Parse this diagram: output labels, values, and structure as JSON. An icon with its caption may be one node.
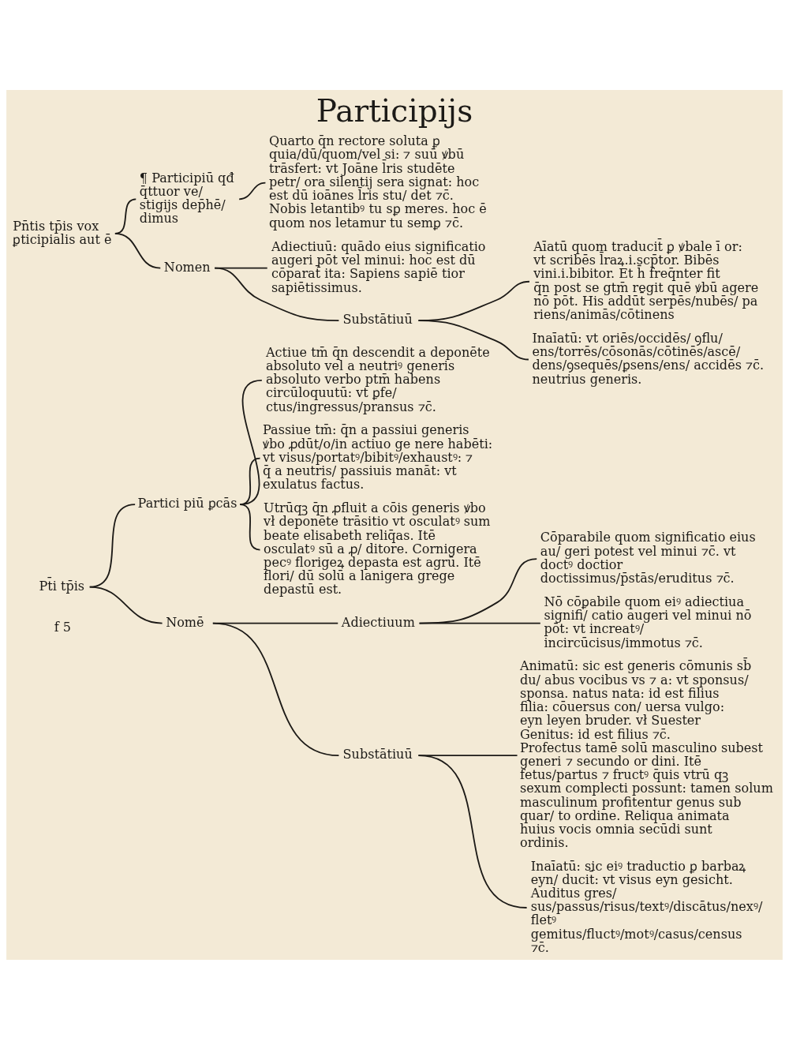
{
  "diagram": {
    "title": "Participijs",
    "nodes": [
      {
        "text": [
          "Pn̄tis tp̄is vox ꝑticipialis aut ē"
        ]
      },
      {
        "text": [
          "¶ Participiū qđ q̄ttuor ve/ stigijs dep̄hē/ dimus"
        ]
      },
      {
        "text": [
          "Nomen"
        ]
      },
      {
        "text": [
          "Quarto q̄n rectore soluta ꝑ quia/dū/quom/vel si: ⁊ suū ꝟbū trāsfert: vt Joāne l̄ris studēte petr/ ora silentij sera signat: hoc est dū ioānes l̄ris stu/ det ⁊c̄. Nobis letantibꝰ tu sꝑ meres. hoc ē quom nos letamur tu semꝑ ⁊c̄."
        ]
      },
      {
        "text": [
          "Adiectiuū: quādo eius significatio augeri pōt vel minui: hoc est dū cōparat̄ ita: Sapiens sapiē tior sapiētissimus."
        ]
      },
      {
        "text": [
          "Substātiuū"
        ]
      },
      {
        "text": [
          "Aīatū quom traducit̄ ꝑ ꝟbale ī or: vt scribēs l̄raꝝ.i.scp̄tor. Bibēs vini.i.bibitor. Et h̄ freq̄nter fit q̄n post se gtm̄ regit quē ꝟbū agere nō pōt. His addūt̄ serpēs/nubēs/ pa riens/animās/cōtinens"
        ]
      },
      {
        "text": [
          "Inaīatū: vt oriēs/occidēs/ ꝯflu/ ens/torrēs/cōsonās/cōtinēs/ascē/ dens/ꝯsequēs/ꝑsens/ens/ accidēs ⁊c̄. neutrius generis."
        ]
      },
      {
        "text": [
          "Pt̄i tp̄is"
        ]
      },
      {
        "text": [
          "Partici piū ꝑcās"
        ]
      },
      {
        "text": [
          "Nomē"
        ]
      },
      {
        "text": [
          "Actiue tm̄ q̄n descendit a deponēte absoluto vel a neutriꝰ generis absoluto verbo ptm̄ habens circūloquutū: vt ꝑfe/ ctus/ingressus/pransus ⁊c̄."
        ]
      },
      {
        "text": [
          "Passiue tm̄: q̄n a passiui generis ꝟbo ꝓdūt/o/in actiuo ge nere habēti: vt visus/portatꝰ/bibitꝰ/exhaustꝰ: ⁊ q̄ a neutris/ passiuis manāt: vt exulatus factus."
        ]
      },
      {
        "text": [
          "Utrūqꝫ q̄n ꝓfluit a cōis generis ꝟbo vł deponēte trāsitio vt osculatꝰ sum beate elisabeth reliq̄as. Itē osculatꝰ sū a ꝓ/ ditore. Cornigera pecꝰ florigeꝝ depasta est agrū. Itē flori/ dū solū a lanigera grege depastū est."
        ]
      },
      {
        "text": [
          "Adiectiuum"
        ]
      },
      {
        "text": [
          "Substātiuū"
        ]
      },
      {
        "text": [
          "Cōparabile quom significatio eius au/ geri potest vel minui ⁊c̄. vt doctꝰ doctior doctissimus/p̄stās/eruditus ⁊c̄."
        ]
      },
      {
        "text": [
          "Nō cōꝑabile quom eiꝰ adiectiua signifi/ catio augeri vel minui nō pōt: vt increatꝰ/ incircūcisus/immotus ⁊c̄."
        ]
      },
      {
        "text": [
          "Animatū: sic est generis cōmunis sb̄ du/ abus vocibus vs ⁊ a: vt sponsus/ sponsa. natus nata: id est filius filia: cōuersus con/ uersa vulgo: eyn leyen bruder. vł Suester Genitus: id est filius ⁊c̄. Profectus tamē solū masculino subest generi ⁊ secundo or dini. Itē fetus/partus ⁊ fructꝰ q̄uis vtrū qꝫ sexum complecti possunt: tamen solum masculinum profitentur genus sub quar/ to ordine. Reliqua animata huius vocis omnia secūdi sunt ordinis."
        ]
      },
      {
        "text": [
          "Inaīatū: sic eiꝰ traductio ꝑ barbaꝝ eyn/ ducit̄: vt visus eyn gesicht. Auditus gres/ sus/passus/risus/textꝰ/discātus/nexꝰ/ fletꝰ gemitus/fluctꝰ/motꝰ/casus/census ⁊c̄."
        ]
      }
    ],
    "edges": [
      {
        "from": 0,
        "to": 1,
        "arrow": "none"
      },
      {
        "from": 0,
        "to": 2,
        "arrow": "none"
      },
      {
        "from": 1,
        "to": 3,
        "arrow": "none"
      },
      {
        "from": 2,
        "to": 4,
        "arrow": "none"
      },
      {
        "from": 2,
        "to": 5,
        "arrow": "none"
      },
      {
        "from": 5,
        "to": 6,
        "arrow": "none"
      },
      {
        "from": 5,
        "to": 7,
        "arrow": "none"
      },
      {
        "from": 8,
        "to": 9,
        "arrow": "none"
      },
      {
        "from": 8,
        "to": 10,
        "arrow": "none"
      },
      {
        "from": 9,
        "to": 11,
        "arrow": "none"
      },
      {
        "from": 9,
        "to": 12,
        "arrow": "none"
      },
      {
        "from": 9,
        "to": 13,
        "arrow": "none"
      },
      {
        "from": 10,
        "to": 14,
        "arrow": "none"
      },
      {
        "from": 10,
        "to": 15,
        "arrow": "none"
      },
      {
        "from": 14,
        "to": 16,
        "arrow": "none"
      },
      {
        "from": 14,
        "to": 17,
        "arrow": "none"
      },
      {
        "from": 15,
        "to": 18,
        "arrow": "none"
      },
      {
        "from": 15,
        "to": 19,
        "arrow": "none"
      }
    ],
    "labels": [
      "f 5"
    ]
  }
}
